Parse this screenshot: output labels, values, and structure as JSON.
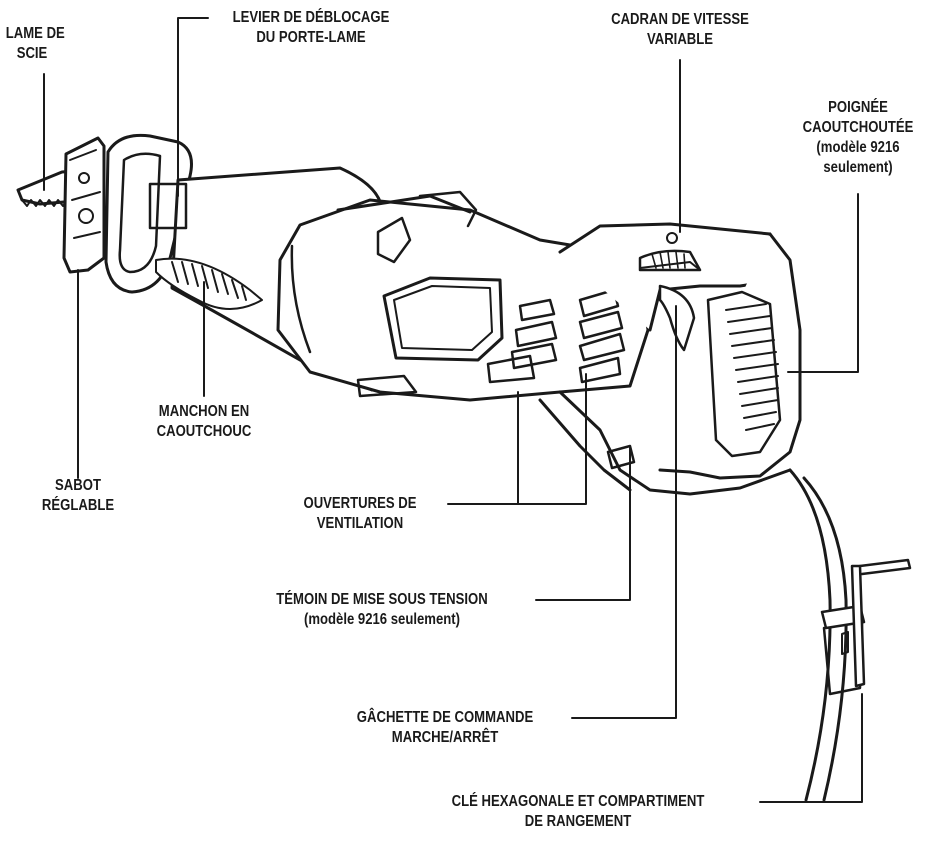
{
  "labels": {
    "saw_blade": {
      "line1": "LAME DE",
      "line2": "SCIE"
    },
    "blade_release": {
      "line1": "LEVIER DE DÉBLOCAGE",
      "line2": "DU PORTE-LAME"
    },
    "speed_dial": {
      "line1": "CADRAN DE VITESSE",
      "line2": "VARIABLE"
    },
    "rubber_grip": {
      "line1": "POIGNÉE",
      "line2": "CAOUTCHOUTÉE",
      "line3": "(modèle 9216",
      "line4": "seulement)"
    },
    "rubber_sleeve": {
      "line1": "MANCHON EN",
      "line2": "CAOUTCHOUC"
    },
    "shoe": {
      "line1": "SABOT",
      "line2": "RÉGLABLE"
    },
    "vents": {
      "line1": "OUVERTURES DE",
      "line2": "VENTILATION"
    },
    "power_light": {
      "line1": "TÉMOIN DE MISE SOUS TENSION",
      "line2": "(modèle 9216 seulement)"
    },
    "trigger": {
      "line1": "GÂCHETTE DE COMMANDE",
      "line2": "MARCHE/ARRÊT"
    },
    "hex_key": {
      "line1": "CLÉ HEXAGONALE ET COMPARTIMENT",
      "line2": "DE RANGEMENT"
    }
  },
  "colors": {
    "ink": "#1a1a1a",
    "background": "#ffffff"
  }
}
